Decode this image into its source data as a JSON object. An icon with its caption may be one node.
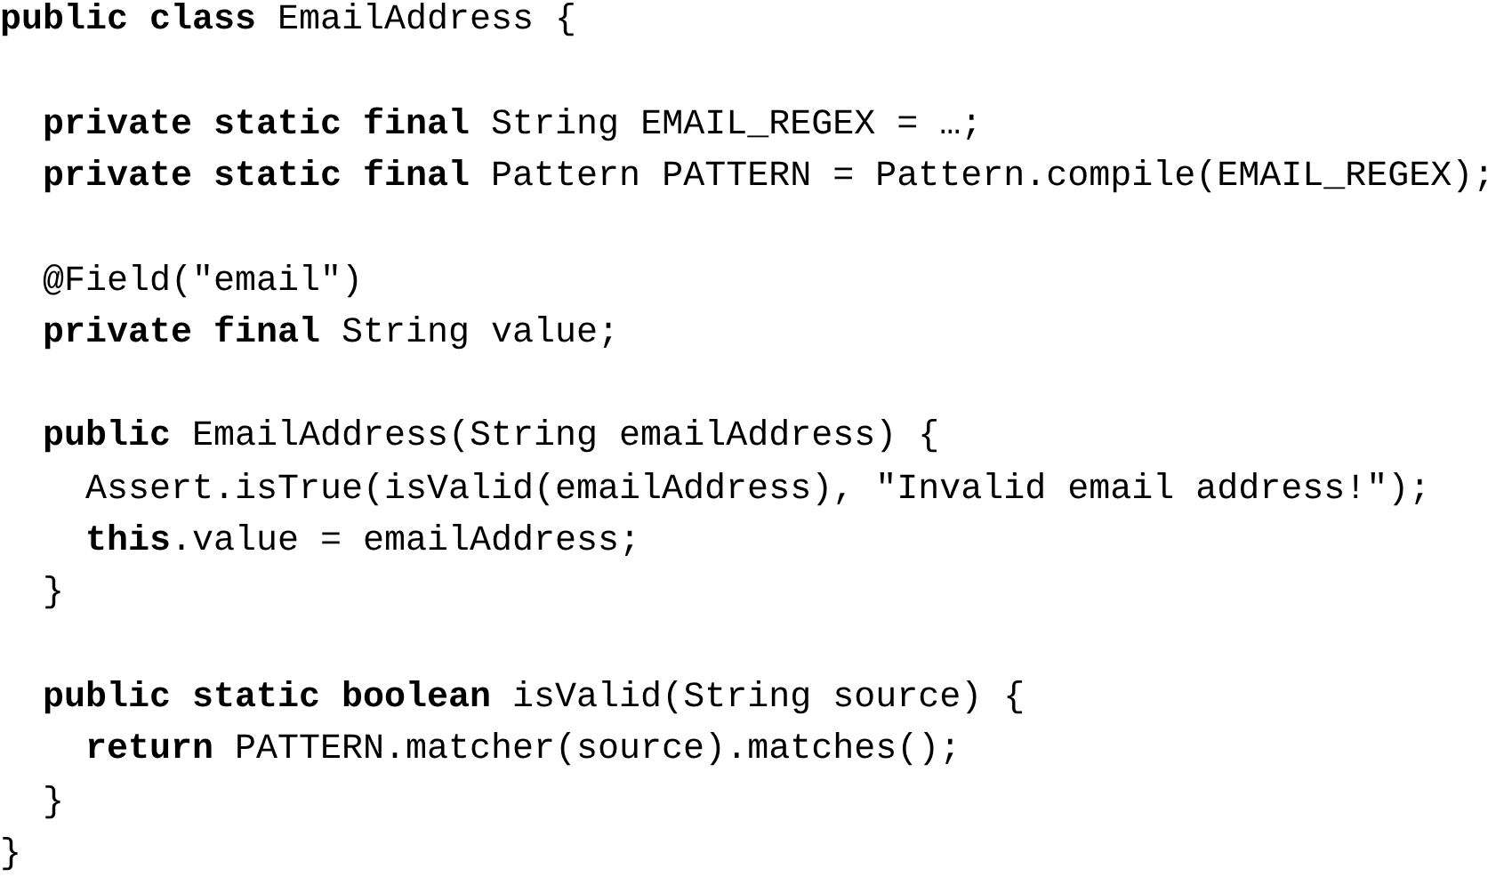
{
  "diagram": {
    "labels": [
      "**public class** EmailAddress {",
      "**private static final** String EMAIL_REGEX = …;",
      "**private static final** Pattern PATTERN = Pattern.compile(EMAIL_REGEX);",
      "@Field(\"email\")",
      "**private final** String value;",
      "**public** EmailAddress(String emailAddress) {",
      "Assert.isTrue(isValid(emailAddress), \"Invalid email address!\");",
      "**this**.value = emailAddress;",
      "}",
      "**public static boolean** isValid(String source) {",
      "**return** PATTERN.matcher(source).matches();",
      "}",
      "}"
    ]
  }
}
